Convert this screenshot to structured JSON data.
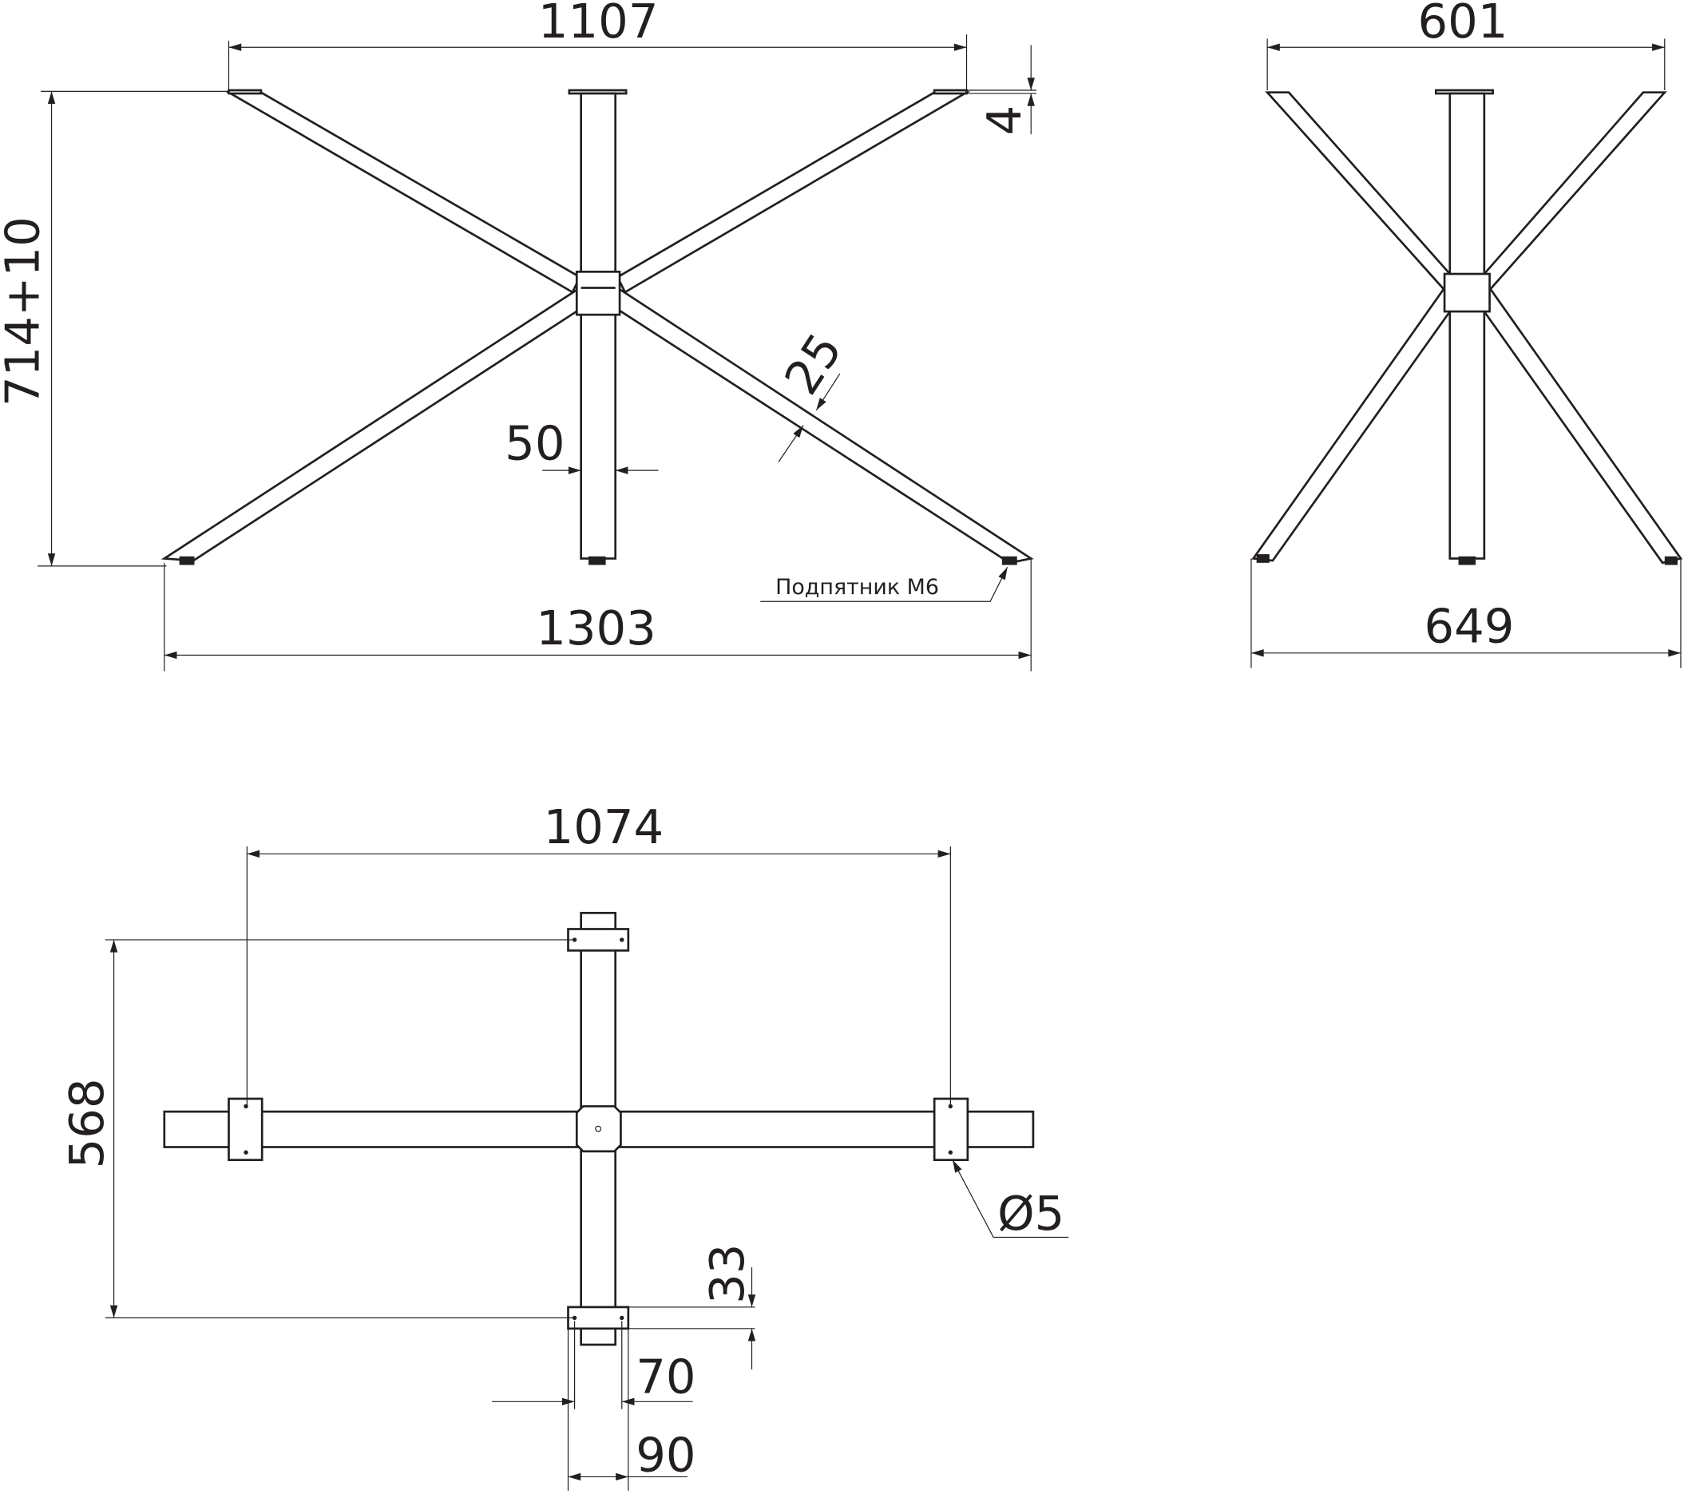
{
  "front_view": {
    "top_width": "1107",
    "height": "714+10",
    "plate_thickness": "4",
    "column_width": "50",
    "leg_width": "25",
    "foot_label": "Подпятник М6",
    "bottom_width": "1303"
  },
  "side_view": {
    "top_width": "601",
    "bottom_width": "649"
  },
  "top_view": {
    "hole_span_x": "1074",
    "hole_span_y": "568",
    "hole_diameter": "Ø5",
    "plate_offset": "33",
    "hole_spacing": "70",
    "plate_width": "90"
  }
}
